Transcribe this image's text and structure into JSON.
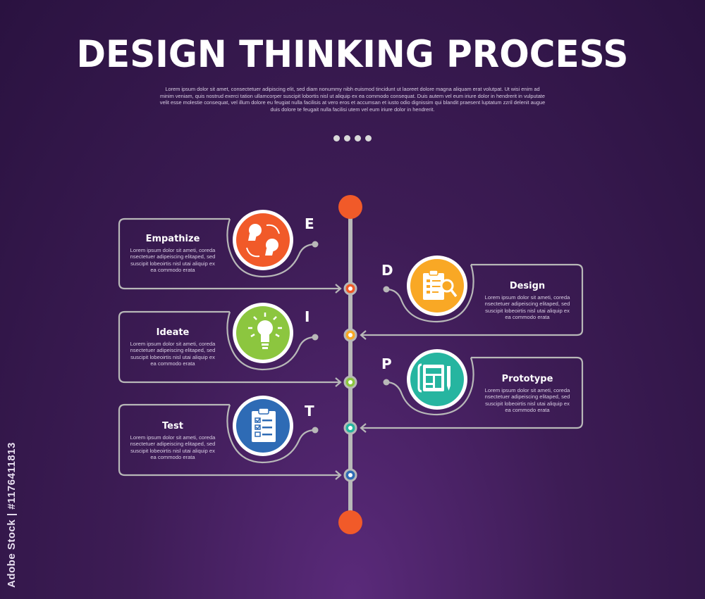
{
  "header": {
    "title": "DESIGN THINKING PROCESS",
    "subtitle": "Lorem ipsum dolor sit amet, consectetuer adipiscing elit, sed diam nonummy nibh euismod tincidunt ut laoreet dolore magna aliquam erat volutpat. Ut wisi enim ad minim veniam, quis nostrud exerci tation ullamcorper suscipit lobortis nisl ut aliquip ex ea commodo consequat. Duis autem vel eum iriure dolor in hendrerit in vulputate velit esse molestie consequat, vel illum dolore eu feugiat nulla facilisis at vero eros et accumsan et iusto odio dignissim qui blandit praesent luptatum zzril delenit augue duis dolore te feugait nulla facilisi utem vel eum iriure dolor in hendrerit."
  },
  "steps": [
    {
      "letter": "E",
      "title": "Empathize",
      "body": "Lorem ipsum dolor sit ameti, coreda nsectetuer adipeiscing elitaped, sed suscipit lobeoirtis nisl utai aliquip ex ea commodo erata",
      "color": "#f15a29",
      "icon": "people-exchange-icon"
    },
    {
      "letter": "D",
      "title": "Design",
      "body": "Lorem ipsum dolor sit ameti, coreda nsectetuer adipeiscing elitaped, sed suscipit lobeoirtis nisl utai aliquip ex ea commodo erata",
      "color": "#f9a825",
      "icon": "clipboard-search-icon"
    },
    {
      "letter": "I",
      "title": "Ideate",
      "body": "Lorem ipsum dolor sit ameti, coreda nsectetuer adipeiscing elitaped, sed suscipit lobeoirtis nisl utai aliquip ex ea commodo erata",
      "color": "#8cc63f",
      "icon": "lightbulb-icon"
    },
    {
      "letter": "P",
      "title": "Prototype",
      "body": "Lorem ipsum dolor sit ameti, coreda nsectetuer adipeiscing elitaped, sed suscipit lobeoirtis nisl utai aliquip ex ea commodo erata",
      "color": "#26b5a0",
      "icon": "blueprint-icon"
    },
    {
      "letter": "T",
      "title": "Test",
      "body": "Lorem ipsum dolor sit ameti, coreda nsectetuer adipeiscing elitaped, sed suscipit lobeoirtis nisl utai aliquip ex ea commodo erata",
      "color": "#2e6bb5",
      "icon": "checklist-icon"
    }
  ],
  "colors": {
    "background": "#3d1c55",
    "line": "#b8b8b8",
    "endpoint": "#f15a29"
  },
  "watermark": "Adobe Stock | #1176411813"
}
